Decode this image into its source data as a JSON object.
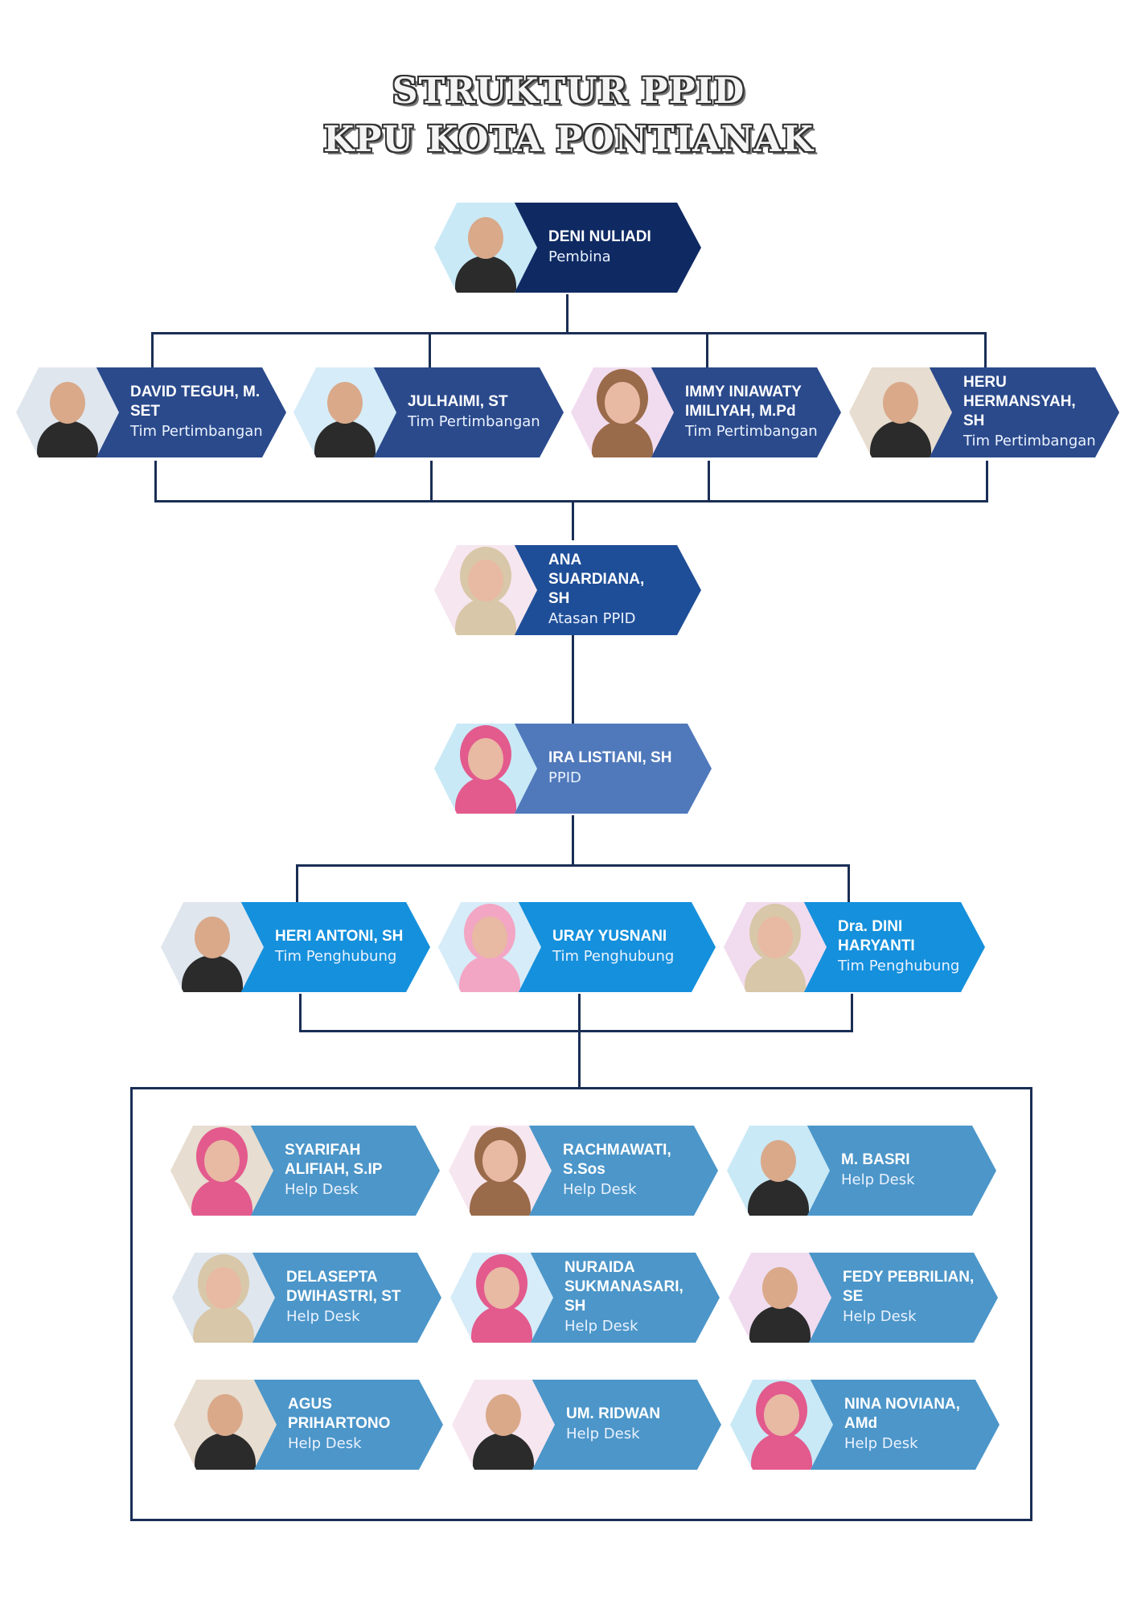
{
  "title": {
    "line1": "STRUKTUR PPID",
    "line2": "KPU KOTA PONTIANAK"
  },
  "colors": {
    "pembina": "#0f2a63",
    "pertimbangan": "#2b4a8c",
    "atasan": "#1f4e98",
    "ppid": "#5079bb",
    "penghubung": "#1590dc",
    "helpdesk": "#4c96c9",
    "connector": "#1a2e55"
  },
  "pembina": {
    "name": "DENI NULIADI",
    "role": "Pembina",
    "photo": "person-photo-male"
  },
  "pertimbangan": [
    {
      "name": "DAVID TEGUH, M.\nSET",
      "role": "Tim Pertimbangan",
      "photo": "person-photo-male"
    },
    {
      "name": "JULHAIMI, ST",
      "role": "Tim Pertimbangan",
      "photo": "person-photo-male"
    },
    {
      "name": "IMMY INIAWATY\nIMILIYAH, M.Pd",
      "role": "Tim Pertimbangan",
      "photo": "person-photo-female"
    },
    {
      "name": "HERU\nHERMANSYAH, SH",
      "role": "Tim Pertimbangan",
      "photo": "person-photo-male"
    }
  ],
  "atasan": {
    "name": "ANA SUARDIANA,\nSH",
    "role": "Atasan PPID",
    "photo": "person-photo-female"
  },
  "ppid": {
    "name": "IRA LISTIANI, SH",
    "role": "PPID",
    "photo": "person-photo-female"
  },
  "penghubung": [
    {
      "name": "HERI ANTONI, SH",
      "role": "Tim Penghubung",
      "photo": "person-photo-male"
    },
    {
      "name": "URAY YUSNANI",
      "role": "Tim Penghubung",
      "photo": "person-photo-female"
    },
    {
      "name": "Dra. DINI\nHARYANTI",
      "role": "Tim Penghubung",
      "photo": "person-photo-female"
    }
  ],
  "helpdesk": [
    {
      "name": "SYARIFAH\nALIFIAH, S.IP",
      "role": "Help Desk",
      "photo": "person-photo-female"
    },
    {
      "name": "RACHMAWATI,\nS.Sos",
      "role": "Help Desk",
      "photo": "person-photo-female"
    },
    {
      "name": "M. BASRI",
      "role": "Help Desk",
      "photo": "person-photo-male"
    },
    {
      "name": "DELASEPTA\nDWIHASTRI, ST",
      "role": "Help Desk",
      "photo": "person-photo-female"
    },
    {
      "name": "NURAIDA\nSUKMANASARI, SH",
      "role": "Help Desk",
      "photo": "person-photo-female"
    },
    {
      "name": "FEDY PEBRILIAN,\nSE",
      "role": "Help Desk",
      "photo": "person-photo-male"
    },
    {
      "name": "AGUS\nPRIHARTONO",
      "role": "Help Desk",
      "photo": "person-photo-male"
    },
    {
      "name": "UM. RIDWAN",
      "role": "Help Desk",
      "photo": "person-photo-male"
    },
    {
      "name": "NINA NOVIANA,\nAMd",
      "role": "Help Desk",
      "photo": "person-photo-female"
    }
  ]
}
